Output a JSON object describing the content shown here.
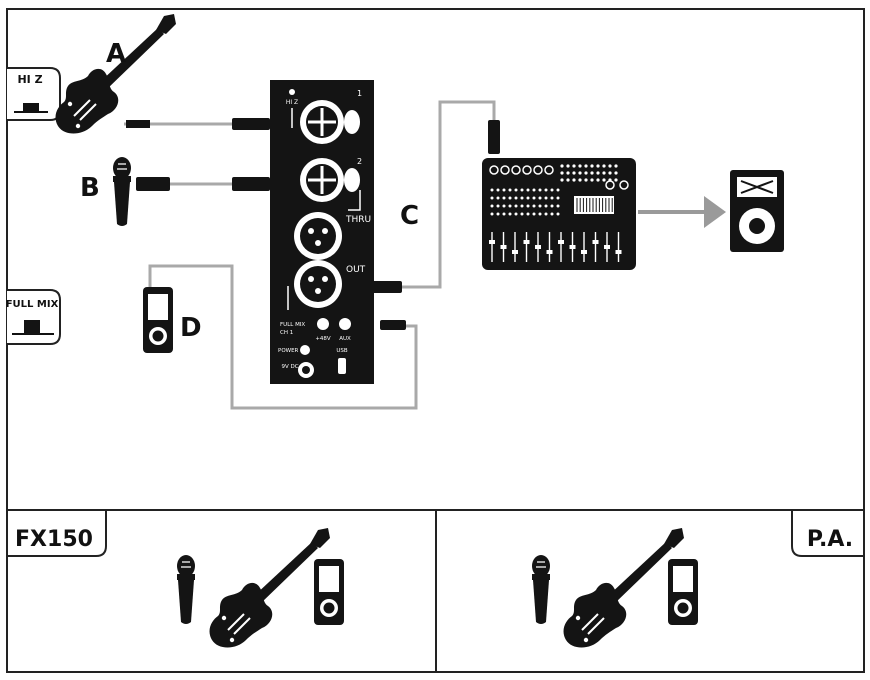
{
  "side_buttons": {
    "hiz_label": "HI Z",
    "fullmix_label": "FULL MIX"
  },
  "sources": {
    "a": "A",
    "b": "B",
    "c": "C",
    "d": "D"
  },
  "device": {
    "ch1": "1",
    "ch2": "2",
    "hiz": "HI Z",
    "thru": "THRU",
    "out": "OUT",
    "fullmix": "FULL MIX",
    "ch1_sel": "CH 1",
    "p48v": "+48V",
    "aux": "AUX",
    "power": "POWER",
    "dcin": "9V DC",
    "usb": "USB"
  },
  "bottom": {
    "left_title": "FX150",
    "right_title": "P.A."
  }
}
